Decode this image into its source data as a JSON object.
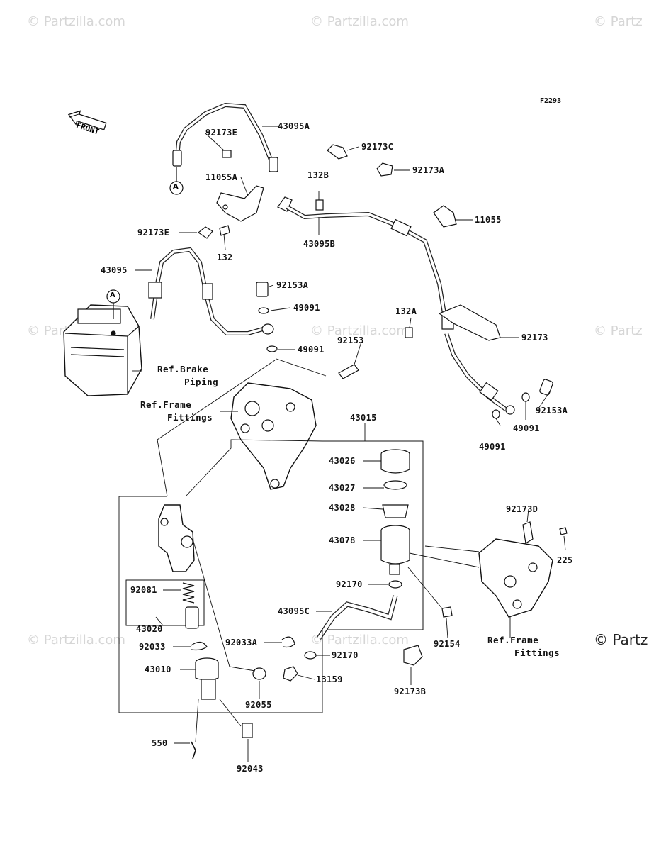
{
  "watermarks": {
    "text": "© Partzilla.com",
    "edge_text": "© Partz"
  },
  "diagram_code": "F2293",
  "front_label": "FRONT",
  "marker_a": "A",
  "refs": {
    "brake_piping": [
      "Ref.Brake",
      "Piping"
    ],
    "frame_fittings_left": [
      "Ref.Frame",
      "Fittings"
    ],
    "frame_fittings_right": [
      "Ref.Frame",
      "Fittings"
    ]
  },
  "parts": [
    {
      "id": "p-43095A",
      "number": "43095A"
    },
    {
      "id": "p-92173E-top",
      "number": "92173E"
    },
    {
      "id": "p-11055A",
      "number": "11055A"
    },
    {
      "id": "p-92173E-left",
      "number": "92173E"
    },
    {
      "id": "p-132",
      "number": "132"
    },
    {
      "id": "p-132B",
      "number": "132B"
    },
    {
      "id": "p-43095B",
      "number": "43095B"
    },
    {
      "id": "p-92173C",
      "number": "92173C"
    },
    {
      "id": "p-92173A",
      "number": "92173A"
    },
    {
      "id": "p-11055",
      "number": "11055"
    },
    {
      "id": "p-43095",
      "number": "43095"
    },
    {
      "id": "p-92153A-top",
      "number": "92153A"
    },
    {
      "id": "p-49091-a",
      "number": "49091"
    },
    {
      "id": "p-49091-b",
      "number": "49091"
    },
    {
      "id": "p-92153",
      "number": "92153"
    },
    {
      "id": "p-132A",
      "number": "132A"
    },
    {
      "id": "p-92173",
      "number": "92173"
    },
    {
      "id": "p-92153A-right",
      "number": "92153A"
    },
    {
      "id": "p-49091-c",
      "number": "49091"
    },
    {
      "id": "p-49091-d",
      "number": "49091"
    },
    {
      "id": "p-43015",
      "number": "43015"
    },
    {
      "id": "p-43026",
      "number": "43026"
    },
    {
      "id": "p-43027",
      "number": "43027"
    },
    {
      "id": "p-43028",
      "number": "43028"
    },
    {
      "id": "p-43078",
      "number": "43078"
    },
    {
      "id": "p-92173D",
      "number": "92173D"
    },
    {
      "id": "p-225",
      "number": "225"
    },
    {
      "id": "p-92170-top",
      "number": "92170"
    },
    {
      "id": "p-43095C",
      "number": "43095C"
    },
    {
      "id": "p-92081",
      "number": "92081"
    },
    {
      "id": "p-43020",
      "number": "43020"
    },
    {
      "id": "p-92033",
      "number": "92033"
    },
    {
      "id": "p-92033A",
      "number": "92033A"
    },
    {
      "id": "p-92170-bot",
      "number": "92170"
    },
    {
      "id": "p-92154",
      "number": "92154"
    },
    {
      "id": "p-43010",
      "number": "43010"
    },
    {
      "id": "p-13159",
      "number": "13159"
    },
    {
      "id": "p-92055",
      "number": "92055"
    },
    {
      "id": "p-92173B",
      "number": "92173B"
    },
    {
      "id": "p-550",
      "number": "550"
    },
    {
      "id": "p-92043",
      "number": "92043"
    }
  ]
}
